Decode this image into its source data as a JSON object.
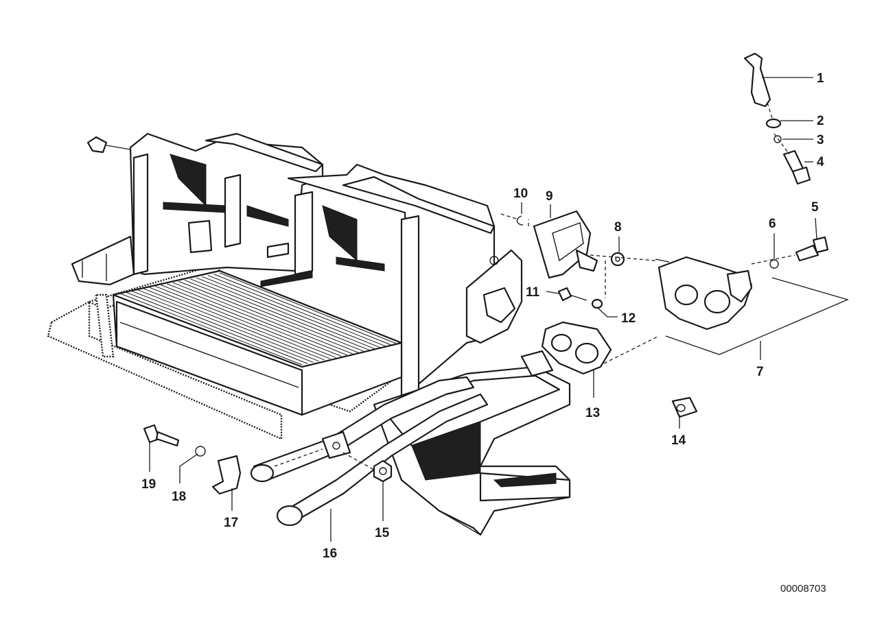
{
  "diagram": {
    "reference_number": "00008703",
    "callouts": [
      {
        "id": "1",
        "label": "1"
      },
      {
        "id": "2",
        "label": "2"
      },
      {
        "id": "3",
        "label": "3"
      },
      {
        "id": "4",
        "label": "4"
      },
      {
        "id": "5",
        "label": "5"
      },
      {
        "id": "6",
        "label": "6"
      },
      {
        "id": "7",
        "label": "7"
      },
      {
        "id": "8",
        "label": "8"
      },
      {
        "id": "9",
        "label": "9"
      },
      {
        "id": "10",
        "label": "10"
      },
      {
        "id": "11",
        "label": "11"
      },
      {
        "id": "12",
        "label": "12"
      },
      {
        "id": "13",
        "label": "13"
      },
      {
        "id": "14",
        "label": "14"
      },
      {
        "id": "15",
        "label": "15"
      },
      {
        "id": "16",
        "label": "16"
      },
      {
        "id": "17",
        "label": "17"
      },
      {
        "id": "18",
        "label": "18"
      },
      {
        "id": "19",
        "label": "19"
      }
    ],
    "parts": [
      {
        "name": "heater-housing-icon"
      },
      {
        "name": "heat-exchanger-core-icon"
      },
      {
        "name": "foam-gasket-icon"
      },
      {
        "name": "air-duct-icon"
      },
      {
        "name": "coolant-pipe-icon"
      },
      {
        "name": "water-valve-icon"
      },
      {
        "name": "valve-gasket-icon"
      },
      {
        "name": "control-quadrant-icon"
      },
      {
        "name": "bracket-icon"
      },
      {
        "name": "bolt-icon"
      },
      {
        "name": "washer-icon"
      },
      {
        "name": "clip-icon"
      },
      {
        "name": "nut-icon"
      },
      {
        "name": "sleeve-icon"
      },
      {
        "name": "gear-icon"
      },
      {
        "name": "hose-clamp-icon"
      }
    ]
  }
}
